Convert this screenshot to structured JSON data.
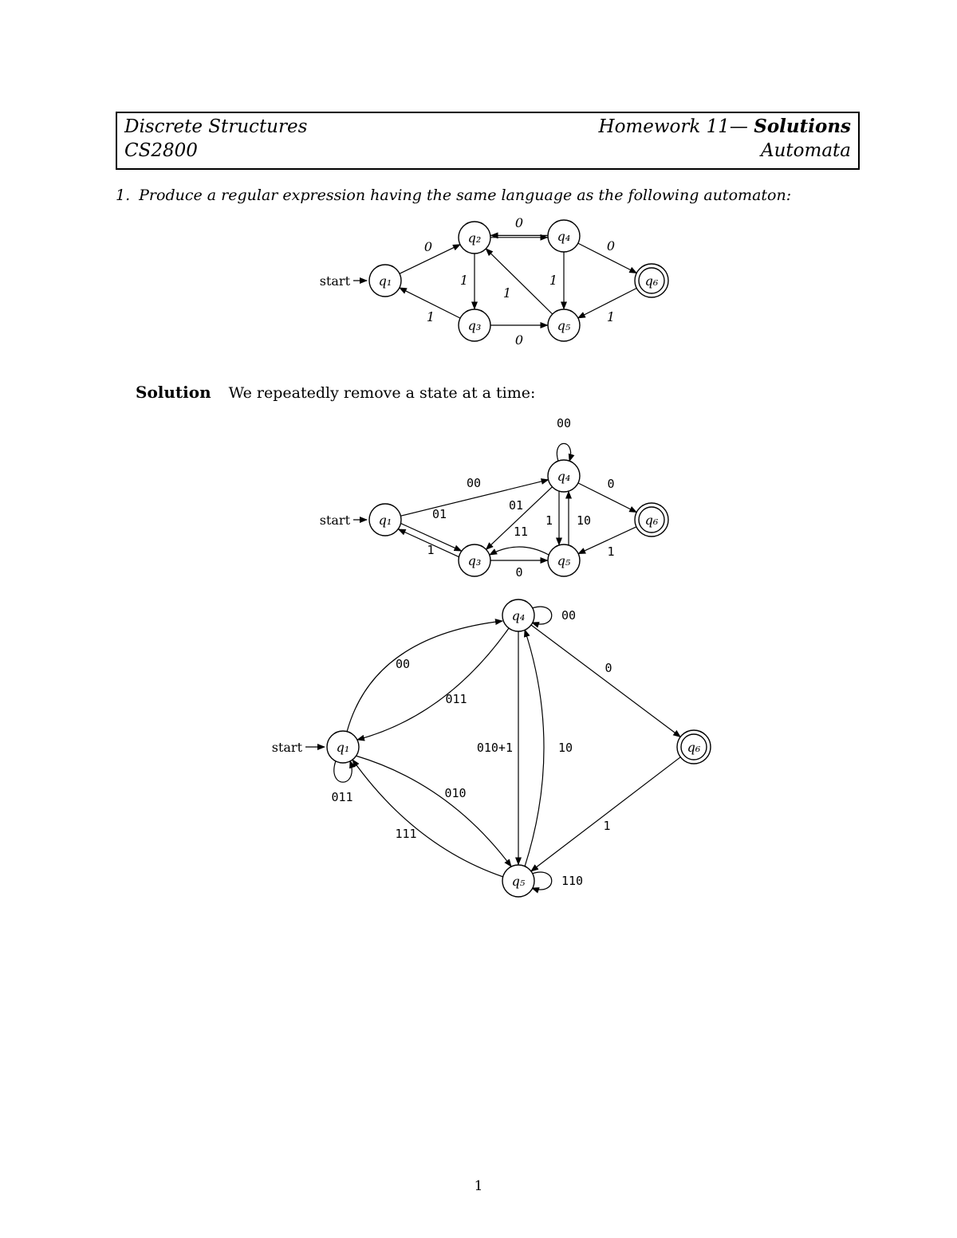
{
  "header": {
    "course_title": "Discrete Structures",
    "course_code": "CS2800",
    "homework_title": "Homework 11—",
    "homework_title_bold": "Solutions",
    "topic": "Automata"
  },
  "problem": {
    "number": "1.",
    "text": "Produce a regular expression having the same language as the following automaton:"
  },
  "solution": {
    "label": "Solution",
    "text": "We repeatedly remove a state at a time:"
  },
  "diagram1": {
    "start_label": "start",
    "states": {
      "q1": "q₁",
      "q2": "q₂",
      "q3": "q₃",
      "q4": "q₄",
      "q5": "q₅",
      "q6": "q₆"
    },
    "edges": {
      "q1_q2": "0",
      "q2_q4": "0",
      "q4_q6": "0",
      "q2_q3": "1",
      "q4_q5": "1",
      "q5_q2": "1",
      "q3_q1": "1",
      "q3_q5": "0",
      "q6_q5": "1"
    }
  },
  "diagram2": {
    "start_label": "start",
    "states": {
      "q1": "q₁",
      "q3": "q₃",
      "q4": "q₄",
      "q5": "q₅",
      "q6": "q₆"
    },
    "edges": {
      "q4_loop": "00",
      "q1_q4": "00",
      "q1_q3": "01",
      "q4_q3": "01",
      "q5_q3": "11",
      "q4_q5": "1",
      "q5_q4": "10",
      "q4_q6": "0",
      "q6_q5": "1",
      "q3_q1": "1",
      "q3_q5": "0"
    }
  },
  "diagram3": {
    "start_label": "start",
    "states": {
      "q1": "q₁",
      "q4": "q₄",
      "q5": "q₅",
      "q6": "q₆"
    },
    "edges": {
      "q4_loop": "00",
      "q1_q4": "00",
      "q4_q1": "011",
      "q1_loop": "011",
      "q1_q5": "010",
      "q5_q1": "111",
      "q4_q5": "010+1",
      "q5_q4": "10",
      "q4_q6": "0",
      "q6_q5": "1",
      "q5_loop": "110"
    }
  },
  "page": {
    "number": "1"
  }
}
